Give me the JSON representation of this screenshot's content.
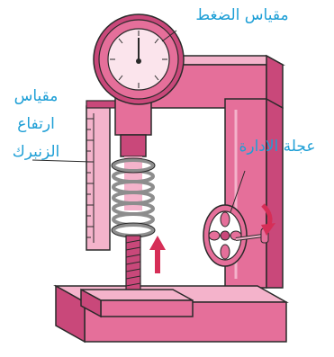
{
  "labels": {
    "pressure_gauge": "مقياس الضغط",
    "spring_height_gauge": [
      "مقياس",
      "ارتفاع",
      "الزنبرك"
    ],
    "handwheel": "عجلة الادارة"
  },
  "colors": {
    "frame": "#e56f9a",
    "frame_dark": "#c9487a",
    "frame_light": "#f4b3cb",
    "outline": "#2a2a2a",
    "label_text": "#1e9fd6",
    "spring": "#8d8d8d",
    "arrow": "#d62e57"
  },
  "icons": [
    "pressure-gauge-dial-icon",
    "spring-icon",
    "handwheel-icon",
    "rotation-arrow-icon",
    "up-arrow-icon"
  ]
}
